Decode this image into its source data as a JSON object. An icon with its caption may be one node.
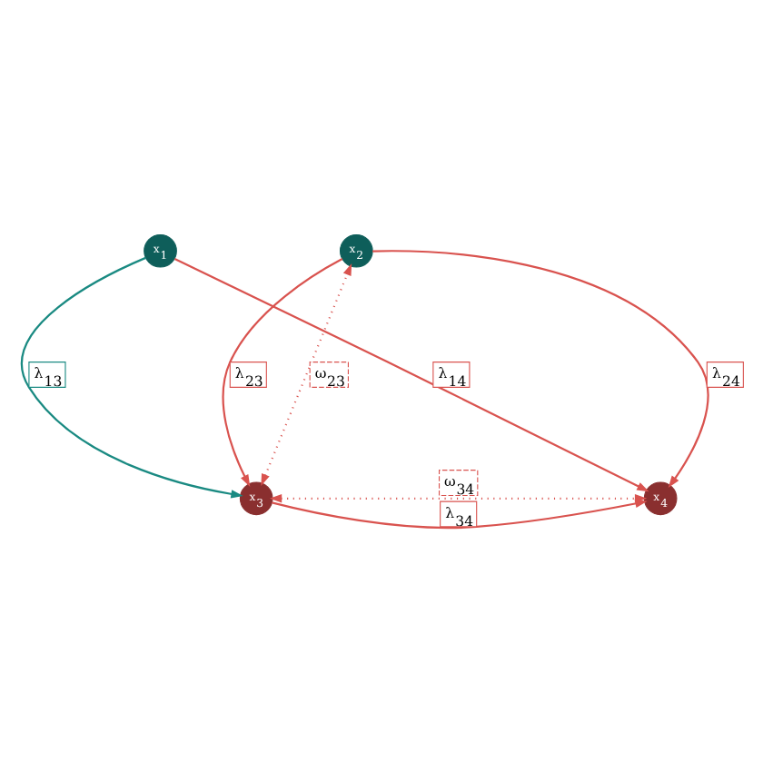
{
  "diagram": {
    "nodes": [
      {
        "text": [
          "x$_{1}$"
        ]
      },
      {
        "text": [
          "x$_{2}$"
        ]
      },
      {
        "text": [
          "x$_{3}$"
        ]
      },
      {
        "text": [
          "x$_{4}$"
        ]
      }
    ],
    "edges": [
      {
        "from": 0,
        "to": 2,
        "arrow": "to",
        "label": "λ$_{13}$",
        "color": "#1a8a82"
      },
      {
        "from": 0,
        "to": 3,
        "arrow": "to",
        "label": "λ$_{14}$"
      },
      {
        "from": 1,
        "to": 2,
        "arrow": "to",
        "label": "λ$_{23}$"
      },
      {
        "from": 1,
        "to": 3,
        "arrow": "to",
        "label": "λ$_{24}$"
      },
      {
        "from": 2,
        "to": 3,
        "arrow": "to",
        "label": "λ$_{34}$"
      },
      {
        "from": 2,
        "to": 1,
        "arrow": "both",
        "label": "ω$_{23}$",
        "style": "dashed"
      },
      {
        "from": 2,
        "to": 3,
        "arrow": "both",
        "label": "ω$_{34}$",
        "style": "dashed"
      }
    ]
  }
}
